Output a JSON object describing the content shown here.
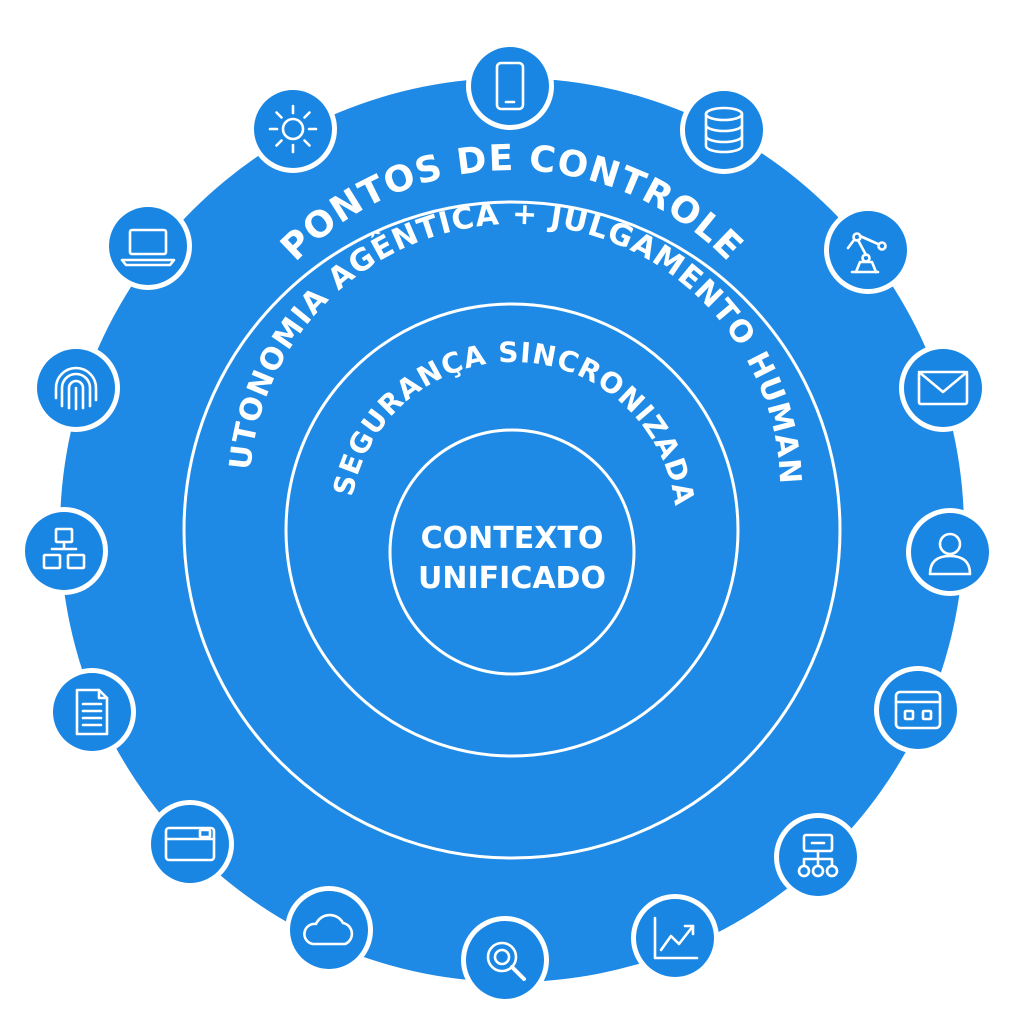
{
  "diagram": {
    "colors": {
      "primary": "#1e8ae6",
      "node_fill": "#1a86e3",
      "line": "#ffffff",
      "text": "#ffffff"
    },
    "rings": [
      {
        "id": "outer",
        "label": "PONTOS DE CONTROLE"
      },
      {
        "id": "second",
        "label": "AUTONOMIA AGÊNTICA + JULGAMENTO HUMANO"
      },
      {
        "id": "third",
        "label": "SEGURANÇA SINCRONIZADA"
      }
    ],
    "core": {
      "line1": "CONTEXTO",
      "line2": "UNIFICADO"
    },
    "nodes": [
      {
        "icon": "smartphone-icon"
      },
      {
        "icon": "database-icon"
      },
      {
        "icon": "robot-arm-icon"
      },
      {
        "icon": "mail-icon"
      },
      {
        "icon": "user-icon"
      },
      {
        "icon": "browser-window-icon"
      },
      {
        "icon": "org-chart-icon"
      },
      {
        "icon": "analytics-chart-icon"
      },
      {
        "icon": "search-icon"
      },
      {
        "icon": "cloud-icon"
      },
      {
        "icon": "credit-card-icon"
      },
      {
        "icon": "document-icon"
      },
      {
        "icon": "network-icon"
      },
      {
        "icon": "fingerprint-icon"
      },
      {
        "icon": "laptop-icon"
      },
      {
        "icon": "sun-icon"
      }
    ]
  }
}
